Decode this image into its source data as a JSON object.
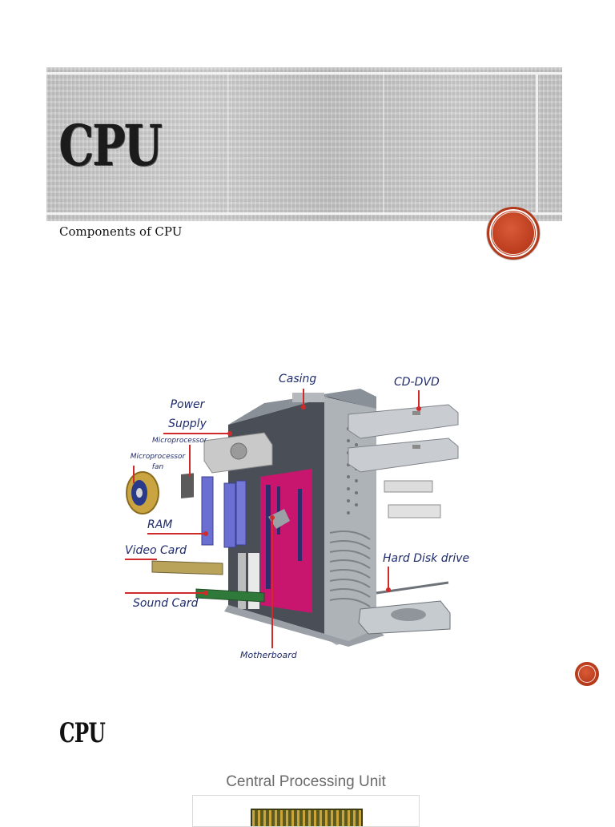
{
  "slide1": {
    "title": "CPU",
    "subtitle": "Components of CPU",
    "accent_color": "#b8391b",
    "diagram": {
      "labels": {
        "casing": "Casing",
        "cd_dvd": "CD-DVD",
        "power_supply_line1": "Power",
        "power_supply_line2": "Supply",
        "microprocessor": "Microprocessor",
        "microprocessor_fan_line1": "Microprocessor",
        "microprocessor_fan_line2": "fan",
        "ram": "RAM",
        "video_card": "Video Card",
        "sound_card": "Sound Card",
        "hard_disk_drive": "Hard Disk drive",
        "motherboard": "Motherboard"
      },
      "label_color": "#1f2a6b",
      "leader_color": "#d12a2a"
    }
  },
  "slide2": {
    "title": "CPU",
    "image_caption": "Central Processing Unit"
  }
}
